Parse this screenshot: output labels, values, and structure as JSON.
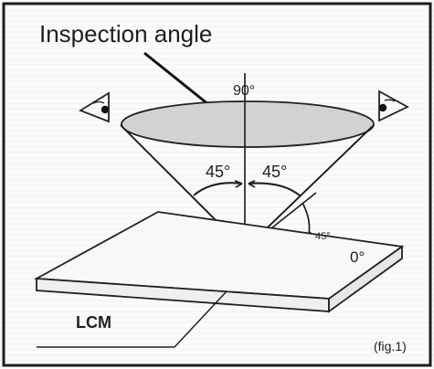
{
  "title": "Inspection angle",
  "labels": {
    "top_angle": "90°",
    "left_angle": "45°",
    "right_angle": "45°",
    "small_angle": "45°",
    "horizontal_angle": "0°",
    "module": "LCM",
    "figure_number": "(fig.1)"
  },
  "icons": {
    "left_eye": "eye-icon",
    "right_eye": "eye-icon"
  }
}
